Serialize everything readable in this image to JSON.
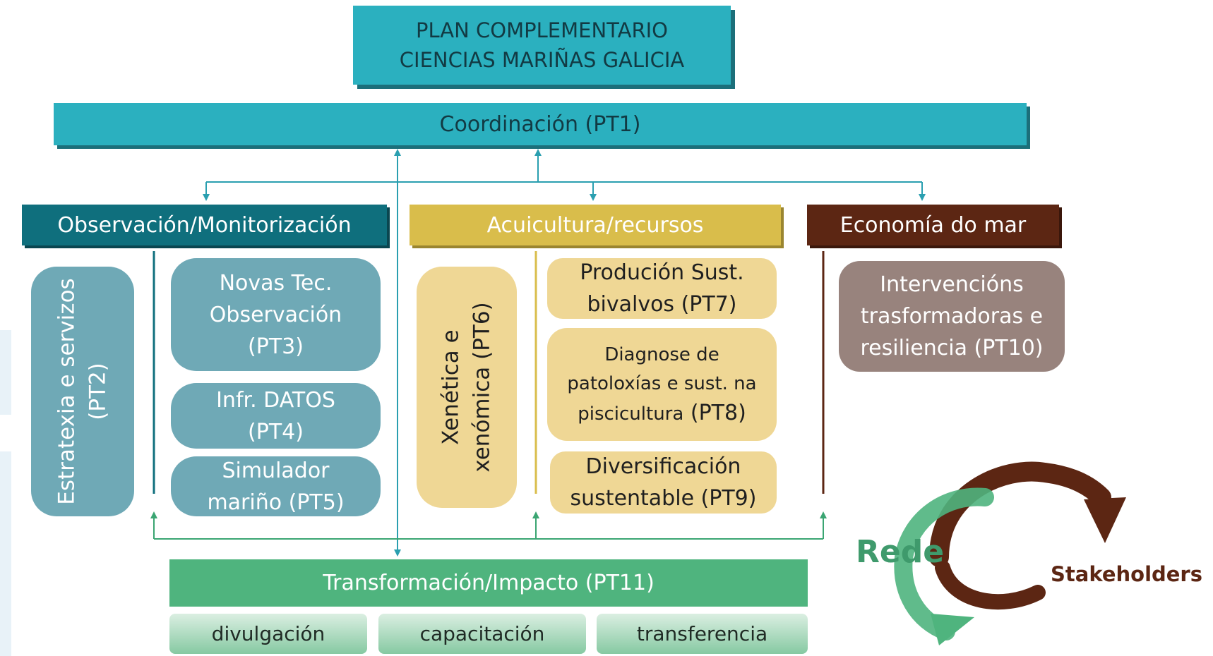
{
  "title": {
    "line1": "PLAN COMPLEMENTARIO",
    "line2": "CIENCIAS MARIÑAS GALICIA"
  },
  "coordination": "Coordinación (PT1)",
  "columns": {
    "observation": {
      "header": "Observación/Monitorización",
      "pt2_line1": "Estratexia e servizos",
      "pt2_line2": "(PT2)",
      "pt3": [
        "Novas Tec.",
        "Observación",
        "(PT3)"
      ],
      "pt4": [
        "Infr. DATOS",
        "(PT4)"
      ],
      "pt5": [
        "Simulador",
        "mariño (PT5)"
      ]
    },
    "aquaculture": {
      "header": "Acuicultura/recursos",
      "pt6_line1": "Xenética e",
      "pt6_line2": "xenómica (PT6)",
      "pt7": [
        "Produción Sust.",
        "bivalvos (PT7)"
      ],
      "pt8": [
        "Diagnose de",
        "patoloxías e sust. na",
        "piscicultura",
        "(PT8)"
      ],
      "pt9": [
        "Diversificación",
        "sustentable (PT9)"
      ]
    },
    "economy": {
      "header": "Economía do mar",
      "pt10": [
        "Intervencións",
        "trasformadoras e",
        "resiliencia (PT10)"
      ]
    }
  },
  "impact": {
    "label": "Transformación/Impacto (PT11)",
    "subs": [
      "divulgación",
      "capacitación",
      "transferencia"
    ]
  },
  "cycle": {
    "left_label": "Rede",
    "right_label": "Stakeholders"
  },
  "colors": {
    "teal": "#2bb0bf",
    "dark_teal": "#0f6f7d",
    "gold": "#d9bd4b",
    "brown": "#5c2613",
    "green": "#4fb47e",
    "taupe": "#98837d"
  }
}
